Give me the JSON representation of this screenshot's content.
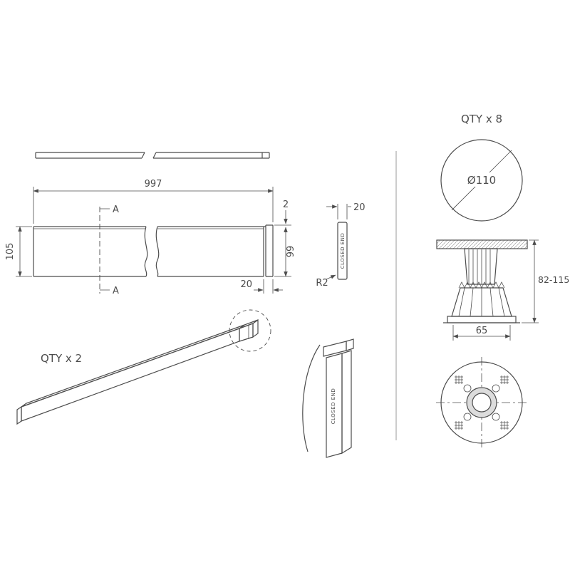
{
  "labels": {
    "dim_997": "997",
    "section_top": "A",
    "section_bottom": "A",
    "dim_105": "105",
    "dim_99": "99",
    "dim_2": "2",
    "dim_20_panel": "20",
    "dim_20_profile": "20",
    "radius_r2": "R2",
    "closed_end_profile": "CLOSED END",
    "closed_end_detail": "CLOSED END",
    "qty_panels": "QTY x 2",
    "qty_feet": "QTY x 8",
    "dia_110": "Ø110",
    "dim_height_range": "82-115",
    "dim_65": "65"
  },
  "colors": {
    "line": "#4c4c4c",
    "background": "#ffffff",
    "shade": "#dcdcdc"
  }
}
